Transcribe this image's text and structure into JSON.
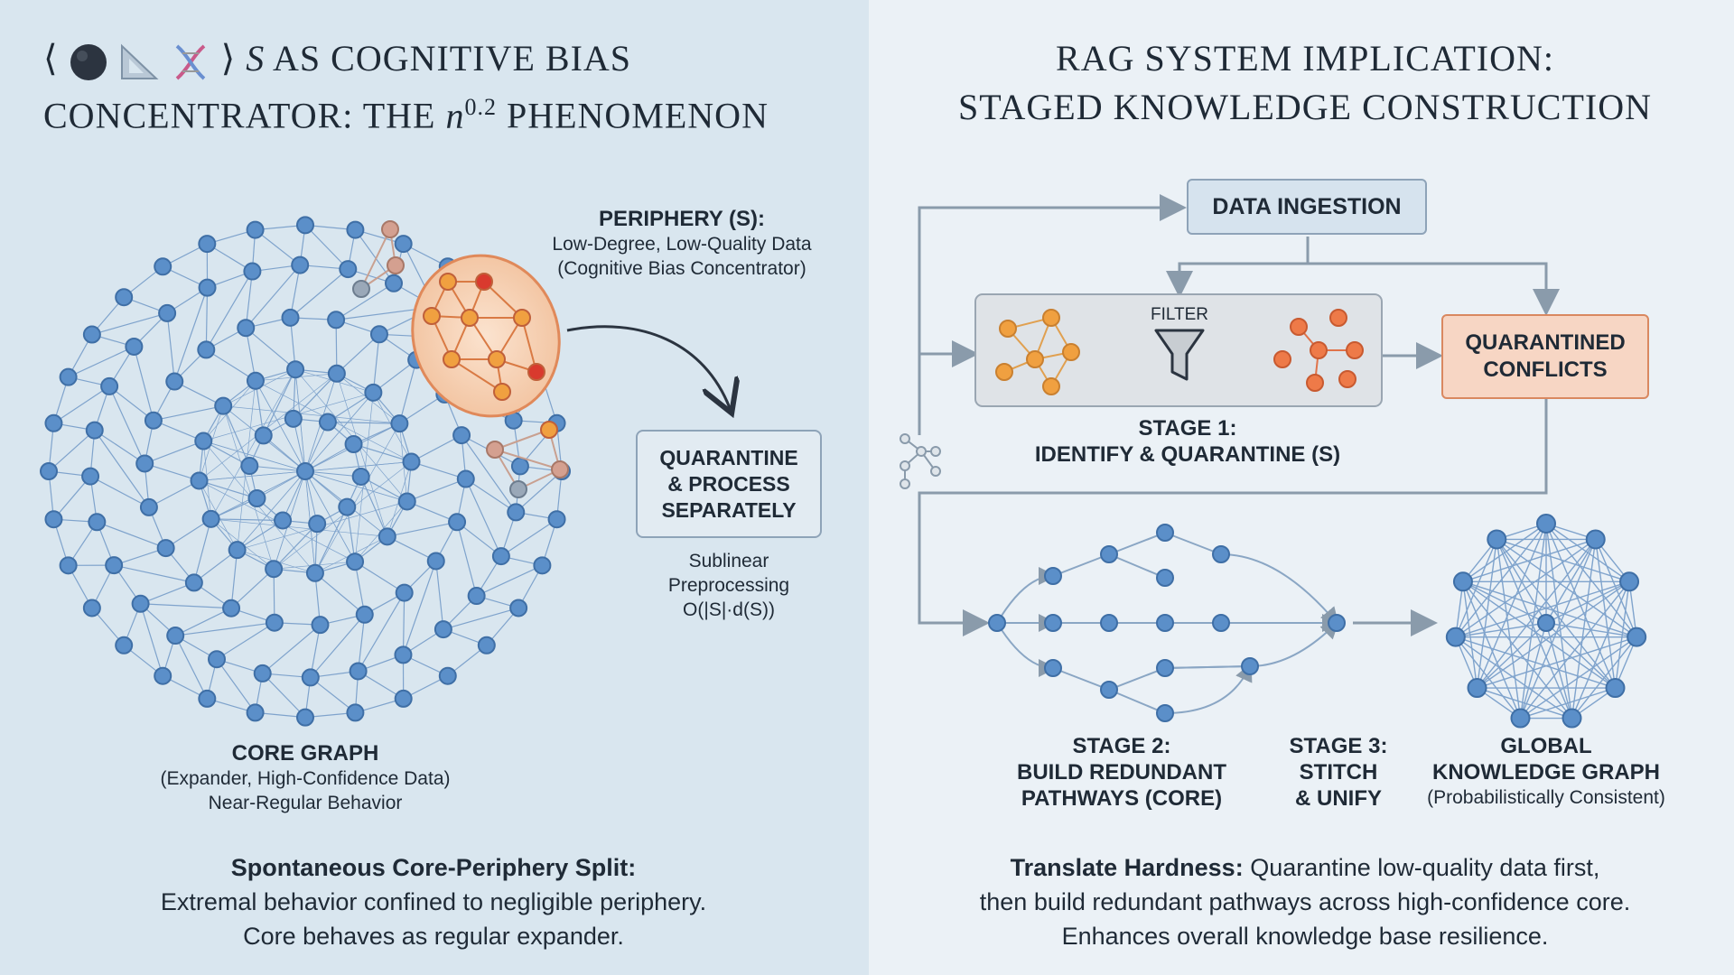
{
  "left_panel": {
    "title_line1_prefix": "S",
    "title_line1_rest": "AS COGNITIVE BIAS",
    "title_line2_pre": "CONCENTRATOR: THE",
    "title_line2_var": "n",
    "title_line2_exp": "0.2",
    "title_line2_post": "PHENOMENON",
    "periphery_title": "PERIPHERY (S):",
    "periphery_line1": "Low-Degree, Low-Quality Data",
    "periphery_line2": "(Cognitive Bias Concentrator)",
    "quarantine_box_line1": "QUARANTINE",
    "quarantine_box_line2": "& PROCESS",
    "quarantine_box_line3": "SEPARATELY",
    "sublinear_line1": "Sublinear",
    "sublinear_line2": "Preprocessing",
    "sublinear_line3": "O(|S|·d(S))",
    "core_title": "CORE GRAPH",
    "core_line1": "(Expander, High-Confidence Data)",
    "core_line2": "Near-Regular Behavior",
    "footer_bold": "Spontaneous Core-Periphery Split:",
    "footer_line2": "Extremal behavior confined to negligible periphery.",
    "footer_line3": "Core behaves as regular expander."
  },
  "right_panel": {
    "title_line1": "RAG SYSTEM IMPLICATION:",
    "title_line2": "STAGED KNOWLEDGE CONSTRUCTION",
    "data_ingestion": "DATA INGESTION",
    "filter_label": "FILTER",
    "quarantined_line1": "QUARANTINED",
    "quarantined_line2": "CONFLICTS",
    "stage1_line1": "STAGE 1:",
    "stage1_line2": "IDENTIFY & QUARANTINE (S)",
    "stage2_line1": "STAGE 2:",
    "stage2_line2": "BUILD REDUNDANT",
    "stage2_line3": "PATHWAYS (CORE)",
    "stage3_line1": "STAGE 3:",
    "stage3_line2": "STITCH",
    "stage3_line3": "& UNIFY",
    "global_line1": "GLOBAL",
    "global_line2": "KNOWLEDGE GRAPH",
    "global_line3": "(Probabilistically Consistent)",
    "footer_bold": "Translate Hardness:",
    "footer_line1_rest": "Quarantine low-quality data first,",
    "footer_line2": "then build redundant pathways across high-confidence core.",
    "footer_line3": "Enhances overall knowledge base resilience."
  },
  "colors": {
    "node_blue": "#5b8fc9",
    "edge_blue": "#7fa3cc",
    "node_orange": "#f0a040",
    "node_red": "#d93a2e",
    "conflict_fill": "#f7d6c4",
    "conflict_border": "#d98860"
  }
}
